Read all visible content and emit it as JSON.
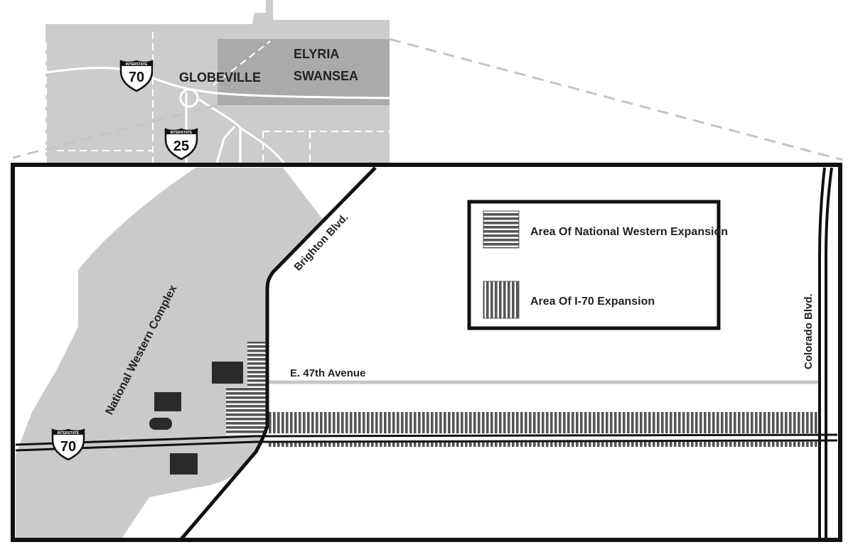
{
  "inset": {
    "neighborhoods": [
      "GLOBEVILLE",
      "ELYRIA",
      "SWANSEA"
    ],
    "shields": [
      {
        "top": "INTERSTATE",
        "number": "70"
      },
      {
        "top": "INTERSTATE",
        "number": "25"
      }
    ]
  },
  "main": {
    "complex_label": "National Western Complex",
    "streets": {
      "brighton": "Brighton Blvd.",
      "e47": "E. 47th Avenue",
      "colorado": "Colorado Blvd."
    },
    "shield": {
      "top": "INTERSTATE",
      "number": "70"
    }
  },
  "legend": {
    "items": [
      {
        "label": "Area Of National Western Expansion",
        "pattern": "horizontal-stripes"
      },
      {
        "label": "Area Of I-70 Expansion",
        "pattern": "vertical-stripes"
      }
    ]
  },
  "colors": {
    "frame": "#111111",
    "complex_fill": "#c9cacb",
    "inset_fill": "#cccccc",
    "inset_highlight": "#a9aaab",
    "stripe": "#555555",
    "building": "#2a2a2a",
    "road_light": "#c6c6c6"
  }
}
